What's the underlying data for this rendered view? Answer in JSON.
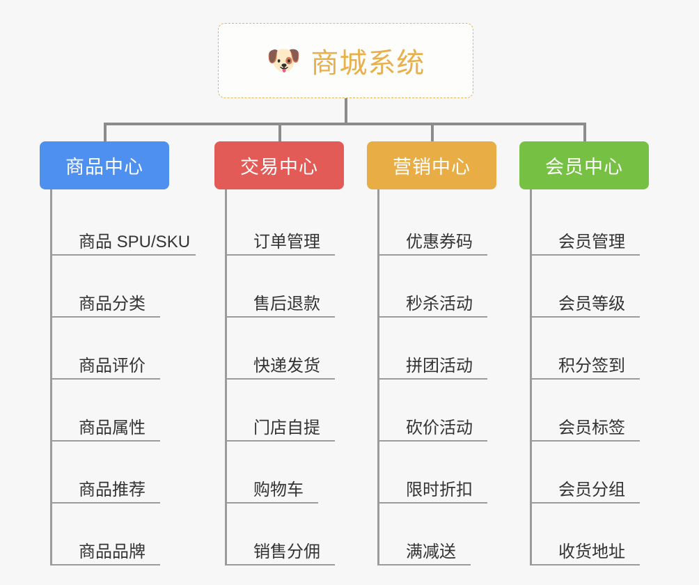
{
  "diagram": {
    "title": "商城系统",
    "root": {
      "icon": "dog-face-emoji",
      "glyph": "🐶",
      "label": "商城系统",
      "text_color": "#e8b04b",
      "border_color": "#e3b45a"
    },
    "background_color": "#f7f7f7",
    "connector_color": "#8c8c8c",
    "branches": [
      {
        "label": "商品中心",
        "color": "#4d90f0",
        "items": [
          "商品 SPU/SKU",
          "商品分类",
          "商品评价",
          "商品属性",
          "商品推荐",
          "商品品牌"
        ]
      },
      {
        "label": "交易中心",
        "color": "#e25b57",
        "items": [
          "订单管理",
          "售后退款",
          "快递发货",
          "门店自提",
          "购物车",
          "销售分佣"
        ]
      },
      {
        "label": "营销中心",
        "color": "#e8ad44",
        "items": [
          "优惠券码",
          "秒杀活动",
          "拼团活动",
          "砍价活动",
          "限时折扣",
          "满减送"
        ]
      },
      {
        "label": "会员中心",
        "color": "#76c043",
        "items": [
          "会员管理",
          "会员等级",
          "积分签到",
          "会员标签",
          "会员分组",
          "收货地址"
        ]
      }
    ]
  }
}
